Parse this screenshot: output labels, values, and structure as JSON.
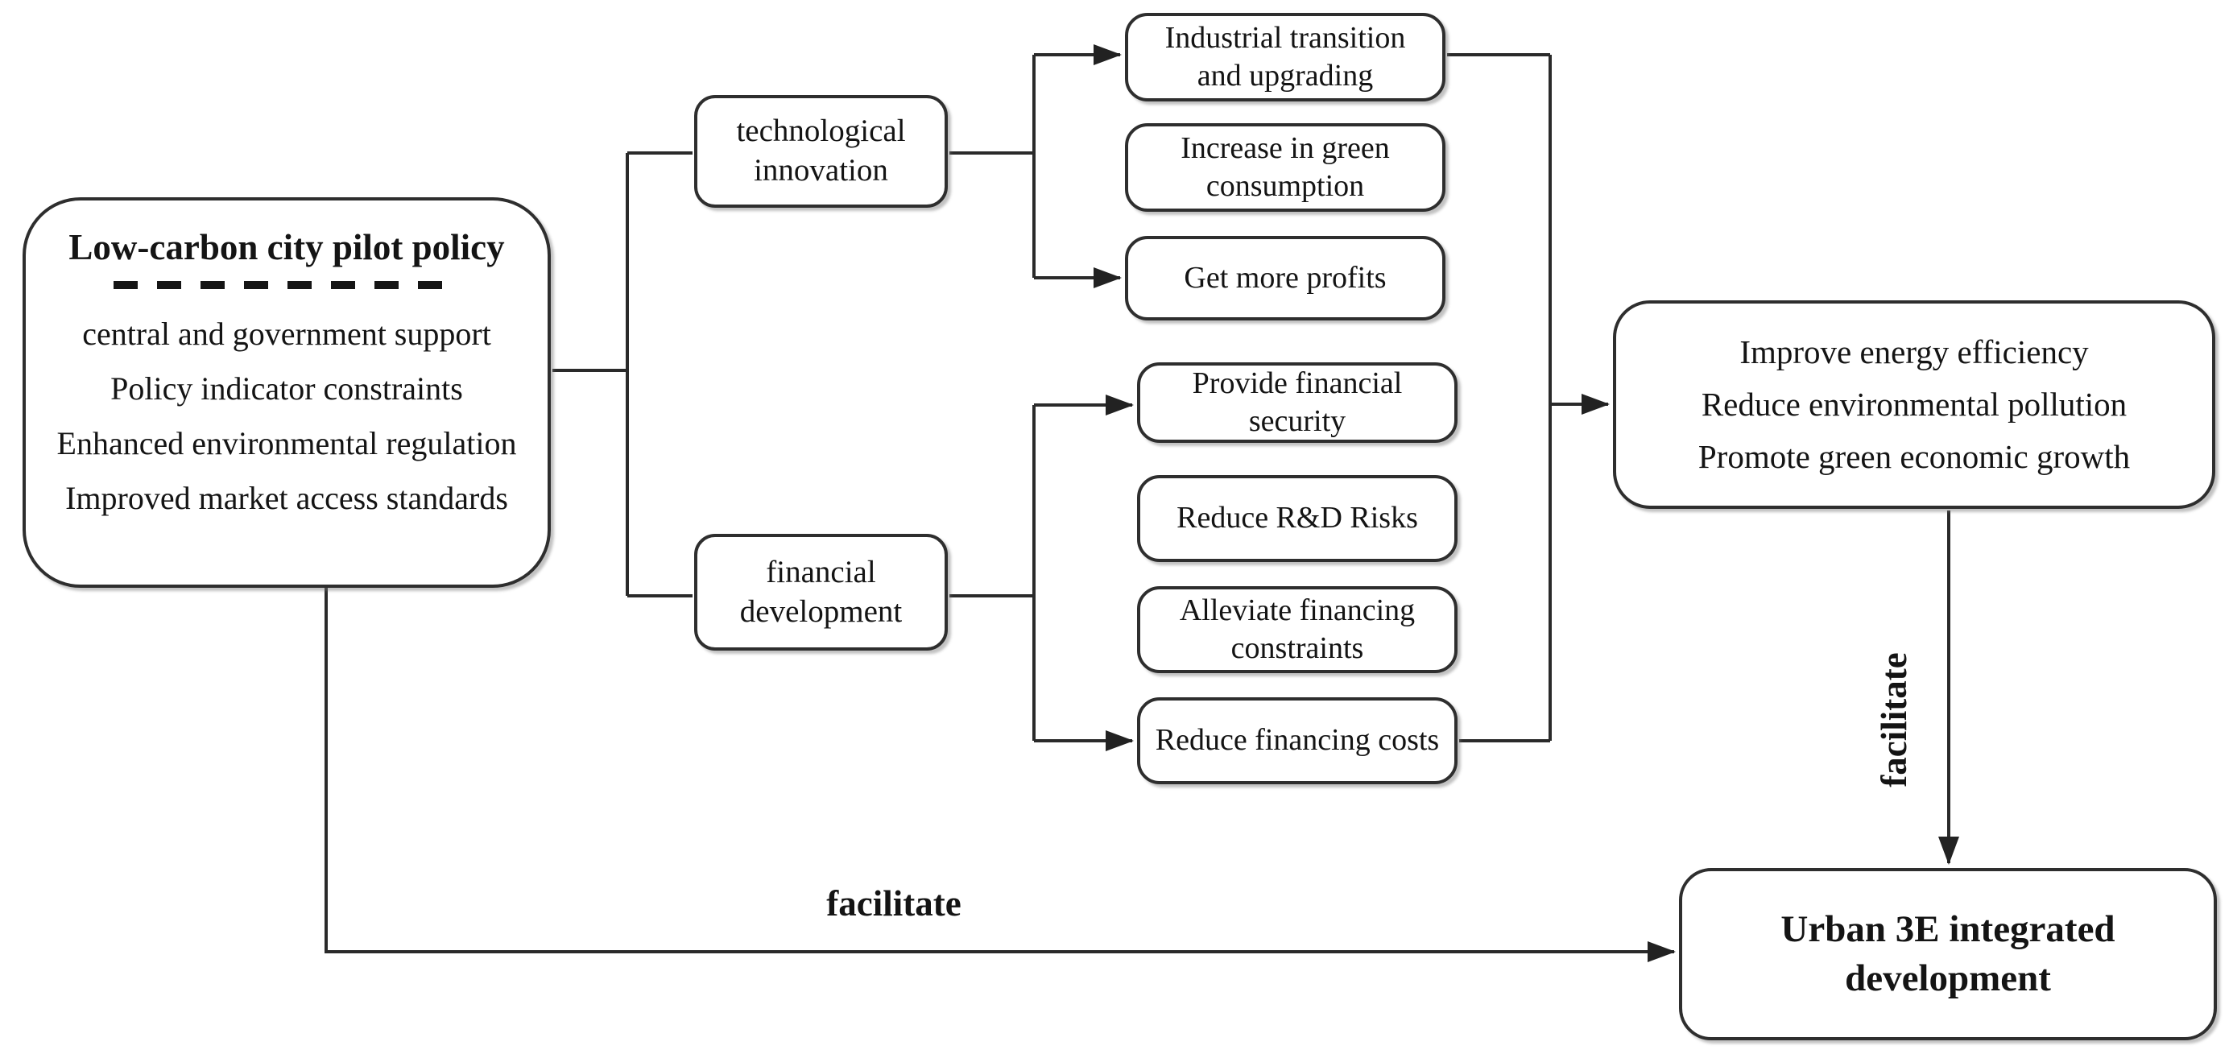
{
  "diagram": {
    "policy": {
      "title": "Low-carbon city pilot policy",
      "items": [
        "central and government support",
        "Policy indicator constraints",
        "Enhanced environmental regulation",
        "Improved market access standards"
      ]
    },
    "mediators": {
      "technological": "technological innovation",
      "financial": "financial development"
    },
    "tech_effects": [
      "Industrial transition and upgrading",
      "Increase in green consumption",
      "Get more profits"
    ],
    "financial_effects": [
      "Provide financial security",
      "Reduce R&D Risks",
      "Alleviate financing constraints",
      "Reduce financing costs"
    ],
    "outcomes": {
      "lines": [
        "Improve energy efficiency",
        "Reduce environmental pollution",
        "Promote green economic growth"
      ]
    },
    "final": "Urban 3E integrated development",
    "labels": {
      "facilitate_down": "facilitate",
      "facilitate_across": "facilitate"
    },
    "colors": {
      "line": "#2a2a2a",
      "border": "#2e2e2e",
      "text": "#141414",
      "background": "#ffffff"
    }
  }
}
